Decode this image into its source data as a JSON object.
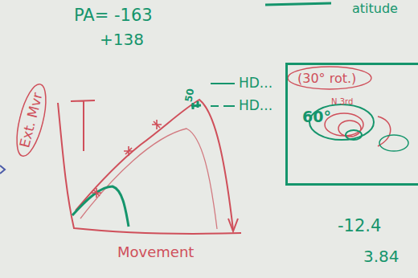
{
  "diagram": {
    "nodes": [
      {
        "text": [
          "Ext. Mvr"
        ]
      },
      {
        "text": [
          "(30° rot.)",
          "60°",
          "N 3rd"
        ]
      }
    ],
    "labels": [
      "PA= -163",
      "+138",
      "atitude",
      "50",
      "HD...",
      "HD...",
      "Movement",
      "-12.4",
      "3.84"
    ]
  }
}
